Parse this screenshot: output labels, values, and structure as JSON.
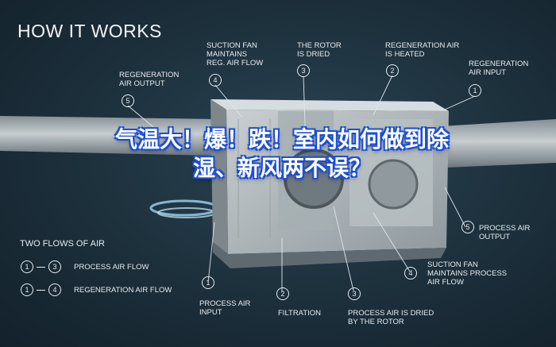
{
  "heading": "HOW IT WORKS",
  "overlay_text": "气温大！爆！跌！室内如何做到除湿、新风两不误？",
  "callouts": {
    "regen_air_output": {
      "number": "5",
      "label": "REGENERATION\nAIR OUTPUT"
    },
    "suction_fan_regen": {
      "number": "4",
      "label": "SUCTION FAN\nMAINTAINS\nREG. AIR FLOW"
    },
    "rotor_dried": {
      "number": "3",
      "label": "THE ROTOR\nIS DRIED"
    },
    "regen_air_heated": {
      "number": "2",
      "label": "REGENERATION AIR\nIS HEATED"
    },
    "regen_air_input": {
      "number": "1",
      "label": "REGENERATION\nAIR INPUT"
    },
    "process_air_output": {
      "number": "5",
      "label": "PROCESS AIR\nOUTPUT"
    },
    "suction_fan_process": {
      "number": "4",
      "label": "SUCTION FAN\nMAINTAINS PROCESS\nAIR FLOW"
    },
    "process_air_input": {
      "number": "1",
      "label": "PROCESS AIR\nINPUT"
    },
    "filtration": {
      "number": "2",
      "label": "FILTRATION"
    },
    "process_air_dried": {
      "number": "3",
      "label": "PROCESS AIR IS DRIED\nBY THE ROTOR"
    }
  },
  "legend": {
    "title": "TWO FLOWS OF AIR",
    "rows": [
      {
        "from": "1",
        "to": "3",
        "label": "PROCESS AIR FLOW"
      },
      {
        "from": "1",
        "to": "4",
        "label": "REGENERATION AIR FLOW"
      }
    ]
  },
  "colors": {
    "overlay_outline": "#1c4fd8",
    "text": "#e6ecf0"
  }
}
